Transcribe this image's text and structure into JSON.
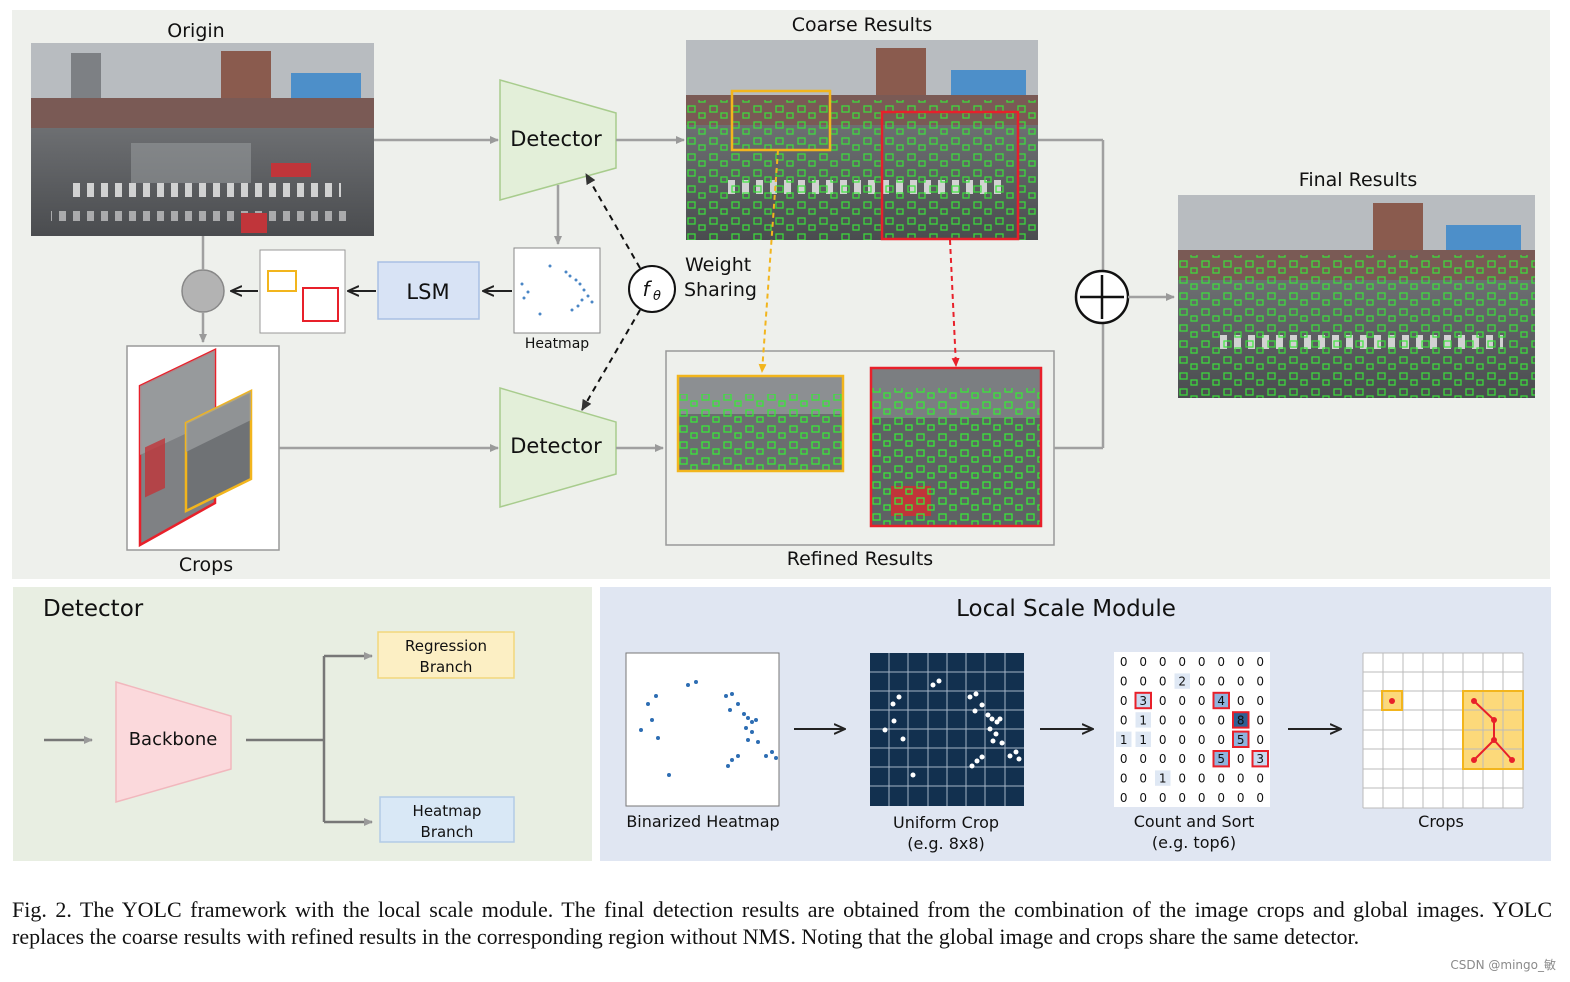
{
  "top": {
    "origin_label": "Origin",
    "coarse_label": "Coarse Results",
    "final_label": "Final Results",
    "detector_label": "Detector",
    "lsm_label": "LSM",
    "heatmap_label": "Heatmap",
    "f_theta": "f",
    "f_theta_sub": "θ",
    "weight_sharing_line1": "Weight",
    "weight_sharing_line2": "Sharing",
    "crops_label": "Crops",
    "refined_label": "Refined Results"
  },
  "detector_panel": {
    "title": "Detector",
    "backbone": "Backbone",
    "regression_line1": "Regression",
    "regression_line2": "Branch",
    "heatmap_line1": "Heatmap",
    "heatmap_line2": "Branch"
  },
  "lsm_panel": {
    "title": "Local Scale Module",
    "binarized": "Binarized Heatmap",
    "uniform_line1": "Uniform Crop",
    "uniform_line2": "(e.g. 8x8)",
    "count_line1": "Count and Sort",
    "count_line2": "(e.g. top6)",
    "crops": "Crops",
    "grid": [
      [
        0,
        0,
        0,
        0,
        0,
        0,
        0,
        0
      ],
      [
        0,
        0,
        0,
        2,
        0,
        0,
        0,
        0
      ],
      [
        0,
        3,
        0,
        0,
        0,
        4,
        0,
        0
      ],
      [
        0,
        1,
        0,
        0,
        0,
        0,
        8,
        0
      ],
      [
        1,
        1,
        0,
        0,
        0,
        0,
        5,
        0
      ],
      [
        0,
        0,
        0,
        0,
        0,
        5,
        0,
        3
      ],
      [
        0,
        0,
        1,
        0,
        0,
        0,
        0,
        0
      ],
      [
        0,
        0,
        0,
        0,
        0,
        0,
        0,
        0
      ]
    ]
  },
  "caption": "Fig. 2.  The YOLC framework with the local scale module. The final detection results are obtained from the combination of the image crops and global images. YOLC replaces the coarse results with refined results in the corresponding region without NMS. Noting that the global image and crops share the same detector.",
  "watermark": "CSDN @mingo_敏",
  "colors": {
    "panel_top": "#eef0ec",
    "panel_detector": "#e8eee2",
    "panel_lsm": "#e0e6f2",
    "detector_fill": "#e3efd9",
    "lsm_fill": "#d8e3f5",
    "backbone_fill": "#fbd9dc",
    "regression_fill": "#fcefc4",
    "heatmap_branch_fill": "#d9e8f6",
    "crop_red": "#e8202a",
    "crop_yellow": "#f2b51d",
    "grid_navy": "#12304f"
  }
}
